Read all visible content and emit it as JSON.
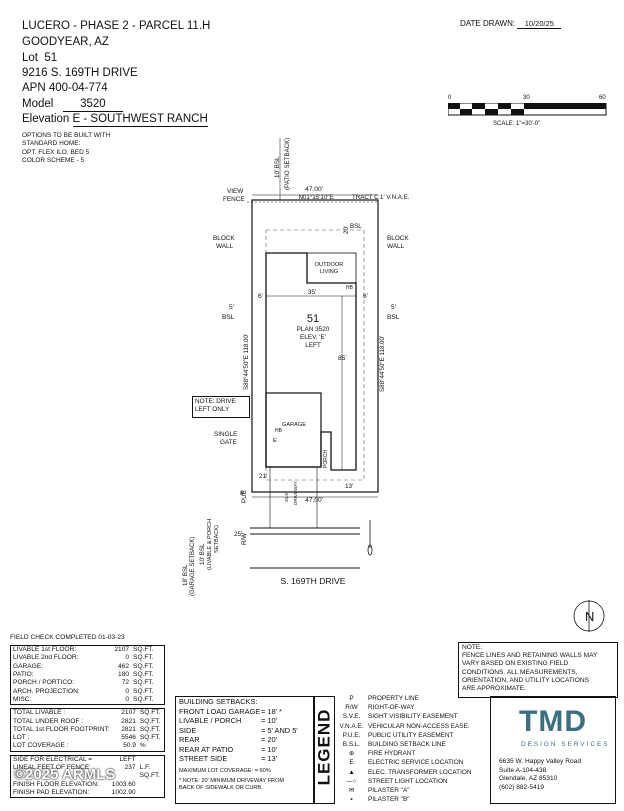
{
  "header": {
    "title": "LUCERO - PHASE 2 - PARCEL 11.H",
    "city": "GOODYEAR, AZ",
    "lot_label": "Lot",
    "lot_value": "51",
    "address": "9216 S. 169TH DRIVE",
    "apn": "APN 400-04-774",
    "model_label": "Model",
    "model_value": "3520",
    "elevation_label": "Elevation",
    "elevation_value": "E - SOUTHWEST RANCH",
    "options_title": "OPTIONS TO BE BUILT WITH",
    "options_title2": "STANDARD HOME:",
    "option1": "OPT. FLEX ILO. BED 5",
    "option2": "COLOR SCHEME  -  5",
    "date_label": "DATE DRAWN:",
    "date_value": "10/20/25"
  },
  "scale_bar": {
    "ticks": [
      "0",
      "30",
      "60"
    ],
    "label": "SCALE:  1\"=30'-0\""
  },
  "plan": {
    "lot_number": "51",
    "plan_label": "PLAN 3520",
    "elev_label": "ELEV. 'E'",
    "hand": "LEFT",
    "top_dim": "47.00'",
    "top_bearing": "N01°15'10\"E",
    "tract": "TRACT  C",
    "vnae": "1' V.N.A.E.",
    "bottom_dim": "47.00'",
    "left_bearing": "S88°44'50\"E  118.00'",
    "right_bearing": "S88°44'50\"E  118.00'",
    "rear_bsl": "10' BSL",
    "rear_bsl_note": "(PATIO SETBACK)",
    "bsl_20": "20'",
    "bsl_20b": "BSL",
    "outdoor_living": "OUTDOOR",
    "outdoor_living2": "LIVING",
    "dim_35": "35'",
    "dim_6_left": "6'",
    "dim_6_right": "6'",
    "side_left_5": "5'",
    "side_left_bsl": "BSL",
    "side_right_5": "5'",
    "side_right_bsl": "BSL",
    "dim_85": "85'",
    "view_fence": "VIEW",
    "view_fence2": "FENCE",
    "block_wall_left": "BLOCK",
    "block_wall_left2": "WALL",
    "block_wall_right": "BLOCK",
    "block_wall_right2": "WALL",
    "note_drive": "NOTE: DRIVE",
    "note_drive2": "LEFT ONLY",
    "single_gate": "SINGLE",
    "single_gate2": "GATE",
    "garage": "GARAGE",
    "porch": "PORCH",
    "hb": "HB",
    "e_mark": "E",
    "dim_21": "21'",
    "dim_13": "13'",
    "driveway": "DRIVEWAY",
    "driveway_width": "20.5'",
    "pue_8": "8'",
    "pue": "PUE",
    "rw_25": "25'",
    "rw": "R/W",
    "front_bsl_18": "18' BSL",
    "front_bsl_18_note": "(GARAGE SETBACK)",
    "front_bsl_10": "10' BSL",
    "front_bsl_10_note": "(LIVABLE & PORCH",
    "front_bsl_10_note2": "SETBACK)",
    "street": "S. 169TH DRIVE",
    "north": "N"
  },
  "field_check": {
    "title": "FIELD CHECK COMPLETED 01-03-23",
    "group1": [
      {
        "label": "LIVABLE 1st FLOOR:",
        "value": "2107",
        "unit": "SQ.FT."
      },
      {
        "label": "LIVABLE 2nd FLOOR:",
        "value": "0",
        "unit": "SQ.FT."
      },
      {
        "label": "GARAGE:",
        "value": "462",
        "unit": "SQ.FT."
      },
      {
        "label": "PATIO:",
        "value": "180",
        "unit": "SQ.FT."
      },
      {
        "label": "PORCH / PORTICO:",
        "value": "72",
        "unit": "SQ.FT."
      },
      {
        "label": "ARCH. PROJECTION:",
        "value": "0",
        "unit": "SQ.FT."
      },
      {
        "label": "MISC:",
        "value": "0",
        "unit": "SQ.FT."
      }
    ],
    "group2": [
      {
        "label": "TOTAL LIVABLE :",
        "value": "2107",
        "unit": "SQ.FT."
      },
      {
        "label": "TOTAL UNDER ROOF :",
        "value": "2821",
        "unit": "SQ.FT."
      },
      {
        "label": "TOTAL 1st FLOOR FOOTPRINT:",
        "value": "2821",
        "unit": "SQ.FT."
      },
      {
        "label": "LOT :",
        "value": "5546",
        "unit": "SQ.FT."
      },
      {
        "label": "LOT COVERAGE :",
        "value": "50.9",
        "unit": "%"
      }
    ],
    "group3": [
      {
        "label": "SIDE FOR ELECTRICAL =",
        "value": "LEFT",
        "unit": ""
      },
      {
        "label": "LINEAL FEET OF FENCE:",
        "value": "237",
        "unit": "L.F."
      },
      {
        "label": "",
        "value": "",
        "unit": "SQ.FT."
      },
      {
        "label": "FINISH FLOOR ELEVATION:",
        "value": "1003.60",
        "unit": ""
      },
      {
        "label": "FINISH PAD ELEVATION:",
        "value": "1002.90",
        "unit": ""
      }
    ]
  },
  "setbacks": {
    "title": "BUILDING SETBACKS:",
    "rows": [
      {
        "label": "FRONT LOAD GARAGE",
        "value": "= 18' *"
      },
      {
        "label": "LIVABLE / PORCH",
        "value": "= 10'"
      },
      {
        "label": "SIDE",
        "value": "= 5' AND 5'"
      },
      {
        "label": "REAR",
        "value": "= 20'"
      },
      {
        "label": "REAR AT PATIO",
        "value": "= 10'"
      },
      {
        "label": "STREET SIDE",
        "value": "= 13'"
      }
    ],
    "max_coverage": "MAXIMUM LOT COVERAGE:    = 60%",
    "note1": "* NOTE: 20' MINIMUM DRIVEWAY FROM",
    "note2": "BACK OF SIDEWALK OR CURB."
  },
  "legend": {
    "title": "LEGEND",
    "items": [
      {
        "symbol": "P",
        "text": "PROPERTY LINE"
      },
      {
        "symbol": "R/W",
        "text": "RIGHT-OF-WAY"
      },
      {
        "symbol": "S.V.E.",
        "text": "SIGHT VISIBILITY EASEMENT"
      },
      {
        "symbol": "V.N.A.E.",
        "text": "VEHICULAR NON-ACCESS EASE."
      },
      {
        "symbol": "P.U.E.",
        "text": "PUBLIC UTILITY EASEMENT"
      },
      {
        "symbol": "B.S.L.",
        "text": "BUILDING SETBACK LINE"
      },
      {
        "symbol": "⊕",
        "text": "FIRE HYDRANT"
      },
      {
        "symbol": "E",
        "text": "ELECTRIC SERVICE LOCATION"
      },
      {
        "symbol": "▲",
        "text": "ELEC. TRANSFORMER LOCATION"
      },
      {
        "symbol": "—○",
        "text": "STREET LIGHT LOCATION"
      },
      {
        "symbol": "✉",
        "text": "PILASTER \"A\""
      },
      {
        "symbol": "▪",
        "text": "PILASTER \"B\""
      }
    ]
  },
  "fence_note": {
    "line1": "NOTE:",
    "line2": "FENCE LINES AND RETAINING WALLS MAY",
    "line3": "VARY BASED ON EXISTING FIELD",
    "line4": "CONDITIONS. ALL MEASUREMENTS,",
    "line5": "ORIENTATION, AND UTILITY LOCATIONS",
    "line6": "ARE APPROXIMATE."
  },
  "company": {
    "logo": "TMD",
    "tagline": "DESIGN SERVICES",
    "address1": "6635 W. Happy Valley Road",
    "address2": "Suite A-104-438",
    "address3": "Glendale, AZ 85310",
    "phone": "(602) 882-5419"
  },
  "watermark": "©2025 ARMLS"
}
